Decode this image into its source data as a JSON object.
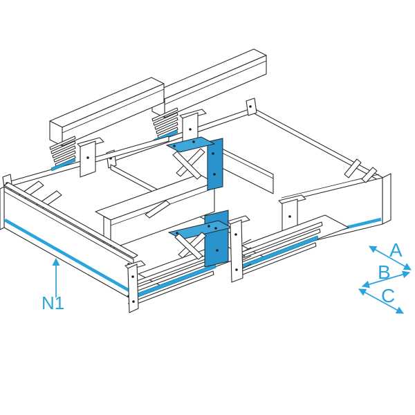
{
  "figure": {
    "kind": "isometric-technical-line-drawing",
    "labels": {
      "part": "N1",
      "dim_a": "A",
      "dim_b": "B",
      "dim_c": "C"
    },
    "colors": {
      "accent": "#2BA3DB",
      "elbow_top": "#3FA6DC",
      "elbow_side": "#2893CC",
      "line": "#2A2A2A",
      "background": "#FFFFFF"
    }
  }
}
